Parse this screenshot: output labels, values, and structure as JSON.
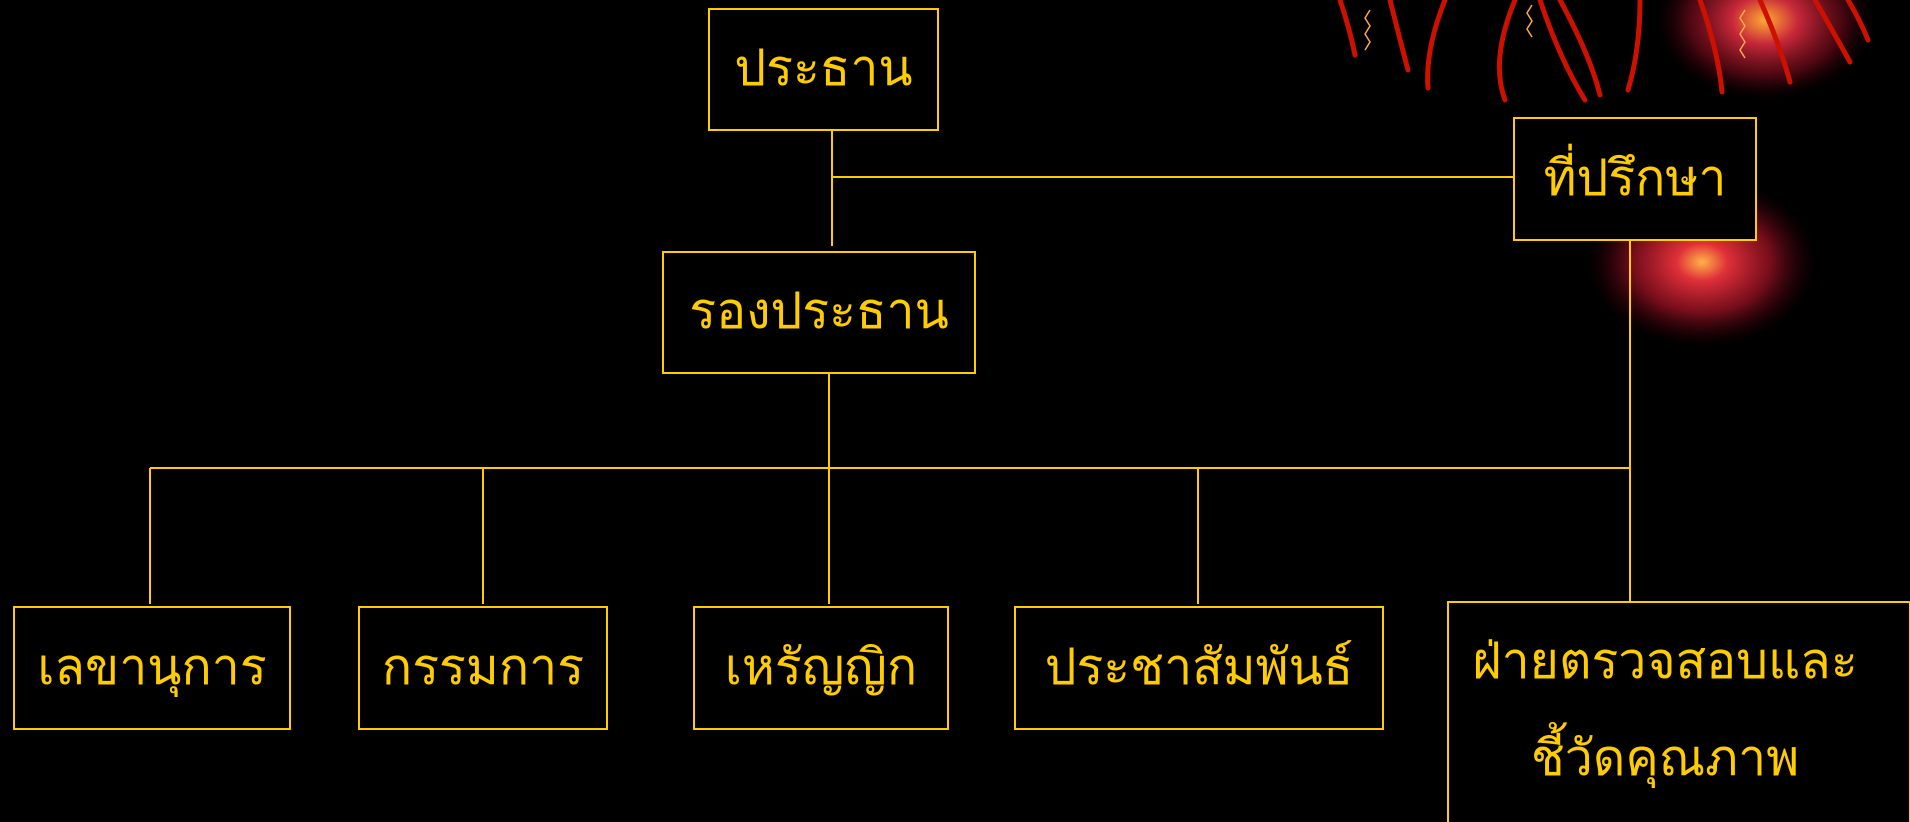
{
  "colors": {
    "background": "#000000",
    "line": "#FFCC00",
    "text": "#FFCC00",
    "firework_red": "#CC1100",
    "glow_orange": "#FF9933"
  },
  "nodes": {
    "chairman": "ประธาน",
    "vice_chairman": "รองประธาน",
    "advisor": "ที่ปรึกษา",
    "secretary": "เลขานุการ",
    "committee": "กรรมการ",
    "treasurer": "เหรัญญิก",
    "public_relations": "ประชาสัมพันธ์",
    "inspection_line1": "ฝ่ายตรวจสอบและ",
    "inspection_line2": "ชี้วัดคุณภาพ"
  },
  "decorations": {
    "top_right": "firework-burst",
    "right_glow": "glow-orb"
  }
}
